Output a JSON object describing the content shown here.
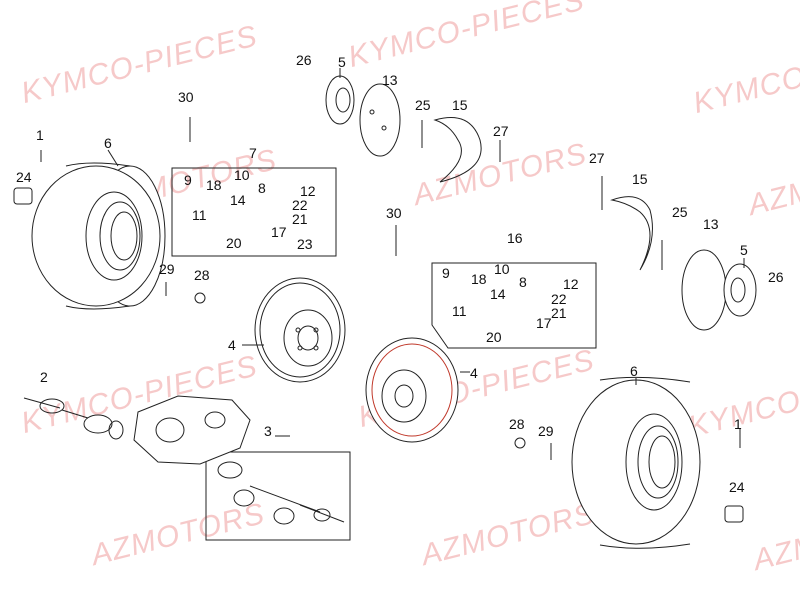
{
  "watermarks": {
    "kymco": "KYMCO-PIECES",
    "azmotors": "AZMOTORS"
  },
  "callouts": {
    "c1_left": "1",
    "c1_right": "1",
    "c2": "2",
    "c3": "3",
    "c4_left": "4",
    "c4_right": "4",
    "c5_top": "5",
    "c5_right": "5",
    "c6_left": "6",
    "c6_right": "6",
    "c7": "7",
    "c8_left": "8",
    "c8_right": "8",
    "c9_left": "9",
    "c9_right": "9",
    "c10_left": "10",
    "c10_right": "10",
    "c11_left": "11",
    "c11_right": "11",
    "c12_left": "12",
    "c12_right": "12",
    "c13_top": "13",
    "c13_right": "13",
    "c14_left": "14",
    "c14_right": "14",
    "c15_top": "15",
    "c15_right": "15",
    "c16": "16",
    "c17_left": "17",
    "c17_right": "17",
    "c18_left": "18",
    "c18_right": "18",
    "c20_left": "20",
    "c20_right": "20",
    "c21_left": "21",
    "c21_right": "21",
    "c22_left": "22",
    "c22_right": "22",
    "c23": "23",
    "c24_left": "24",
    "c24_right": "24",
    "c25_top": "25",
    "c25_right": "25",
    "c26_top": "26",
    "c26_right": "26",
    "c27_top": "27",
    "c27_right": "27",
    "c28_left": "28",
    "c28_right": "28",
    "c29_left": "29",
    "c29_right": "29",
    "c30_left": "30",
    "c30_mid": "30"
  },
  "colors": {
    "line": "#222222",
    "watermark": "#f3b8b8",
    "highlight": "#c0392b"
  }
}
